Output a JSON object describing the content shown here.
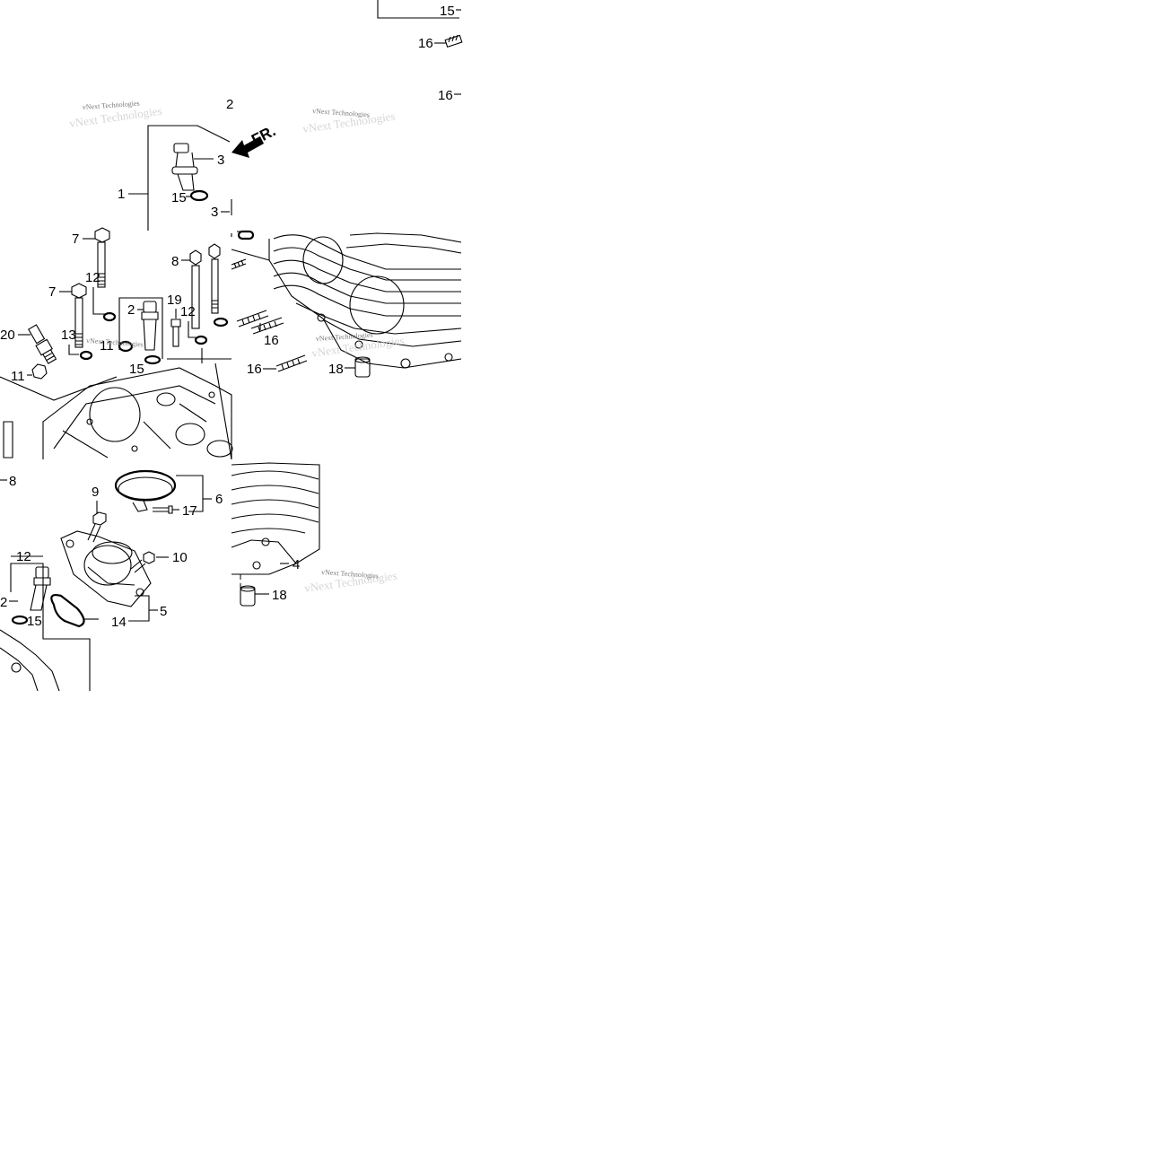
{
  "callouts": {
    "c15a": "15",
    "c16a": "16",
    "c16b": "16",
    "c1": "1",
    "c3a": "3",
    "c15b": "15",
    "c3b": "3",
    "c7a": "7",
    "c8a": "8",
    "c7b": "7",
    "c12a": "12",
    "c2a": "2",
    "c19": "19",
    "c12b": "12",
    "c16c": "16",
    "c20": "20",
    "c13": "13",
    "c11a": "11",
    "c15c": "15",
    "c16d": "16",
    "c18a": "18",
    "c11b": "11",
    "c8b": "8",
    "c9": "9",
    "c6": "6",
    "c17": "17",
    "c10": "10",
    "c12c": "12",
    "c4": "4",
    "c2b": "2",
    "c15d": "15",
    "c14": "14",
    "c5": "5",
    "c18b": "18",
    "c2c": "2"
  },
  "direction_label": "FR.",
  "watermarks": {
    "w1": "vNext Technologies",
    "w2": "vNext Technologies",
    "w3": "vNext Technologies",
    "w4": "vNext Technologies",
    "w5": "vNext Technologies"
  }
}
